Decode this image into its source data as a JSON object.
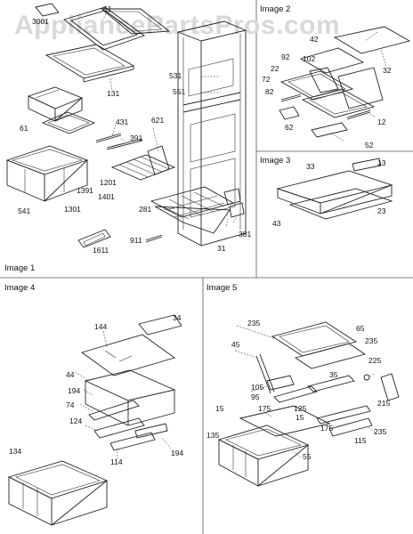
{
  "watermark": "AppliancePartsPros.com",
  "image_titles": [
    "Image 1",
    "Image 2",
    "Image 3",
    "Image 4",
    "Image 5"
  ],
  "callouts": {
    "img1": [
      "61",
      "3001",
      "131",
      "531",
      "551",
      "621",
      "431",
      "391",
      "61",
      "1201",
      "1391",
      "1401",
      "541",
      "1301",
      "281",
      "911",
      "1611",
      "381",
      "31"
    ],
    "img2": [
      "42",
      "92",
      "102",
      "32",
      "22",
      "72",
      "82",
      "62",
      "12",
      "52"
    ],
    "img3": [
      "33",
      "13",
      "43",
      "23"
    ],
    "img4": [
      "144",
      "34",
      "44",
      "194",
      "74",
      "124",
      "134",
      "114",
      "194"
    ],
    "img5": [
      "235",
      "65",
      "235",
      "45",
      "35",
      "105",
      "95",
      "225",
      "125",
      "15",
      "15",
      "175",
      "175",
      "215",
      "135",
      "55",
      "115",
      "235"
    ]
  }
}
